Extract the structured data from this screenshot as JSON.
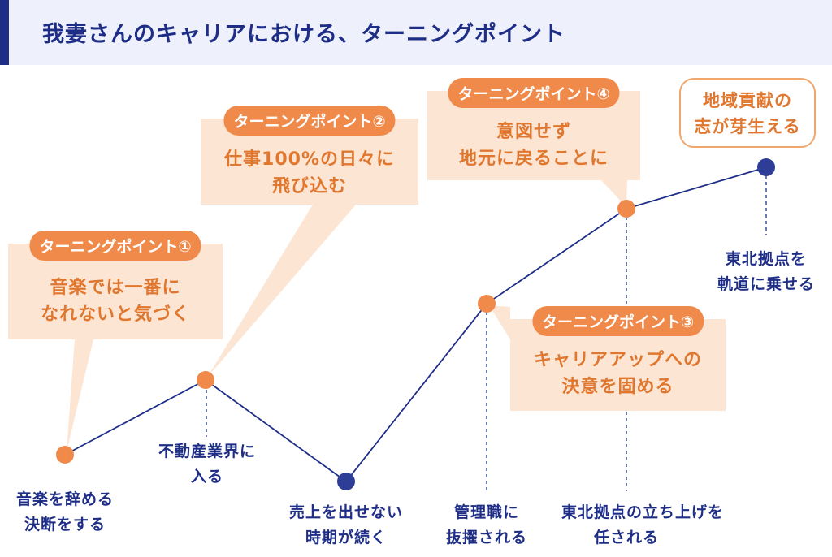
{
  "header": {
    "title": "我妻さんのキャリアにおける、ターニングポイント"
  },
  "colors": {
    "accent_navy": "#1e2e86",
    "accent_orange": "#f08a4b",
    "callout_fill": "#fde5d4",
    "header_bg": "#eef0fb"
  },
  "turning_points": [
    {
      "label": "ターニングポイント①",
      "line1": "音楽では一番に",
      "line2": "なれないと気づく"
    },
    {
      "label": "ターニングポイント②",
      "line1": "仕事100%の日々に",
      "line2": "飛び込む"
    },
    {
      "label": "ターニングポイント③",
      "line1": "キャリアアップへの",
      "line2": "決意を固める"
    },
    {
      "label": "ターニングポイント④",
      "line1": "意図せず",
      "line2": "地元に戻ることに"
    }
  ],
  "goal": {
    "line1": "地域貢献の",
    "line2": "志が芽生える"
  },
  "events": [
    {
      "line1": "音楽を辞める",
      "line2": "決断をする",
      "marker": "orange"
    },
    {
      "line1": "不動産業界に",
      "line2": "入る",
      "marker": "orange"
    },
    {
      "line1": "売上を出せない",
      "line2": "時期が続く",
      "marker": "navy"
    },
    {
      "line1": "管理職に",
      "line2": "抜擢される",
      "marker": "orange"
    },
    {
      "line1": "東北拠点の立ち上げを",
      "line2": "任される",
      "marker": "orange"
    },
    {
      "line1": "東北拠点を",
      "line2": "軌道に乗せる",
      "marker": "navy"
    }
  ]
}
